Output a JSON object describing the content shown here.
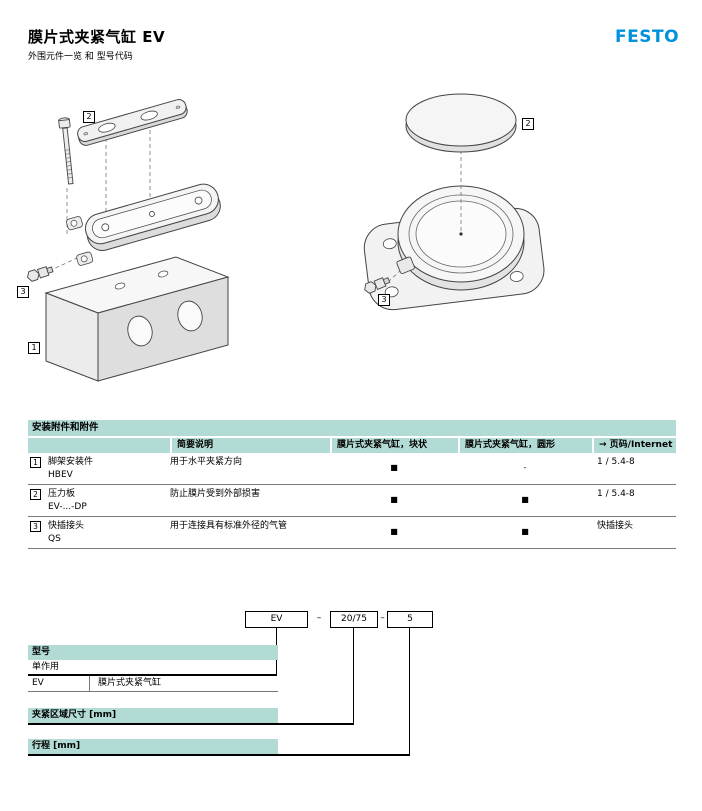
{
  "header": {
    "title": "膜片式夹紧气缸 EV",
    "subtitle": "外围元件一览 和 型号代码",
    "brand": "FESTO"
  },
  "colors": {
    "brand_blue": "#0091dc",
    "accent_teal": "#b3dbd5"
  },
  "diagram": {
    "block_version": {
      "bar_label": "2",
      "fitting_label": "3",
      "block_label": "1"
    },
    "round_version": {
      "disc_label": "2",
      "fitting_label": "3"
    }
  },
  "accessories_table": {
    "title": "安装附件和附件",
    "columns": {
      "desc": "简要说明",
      "block": "膜片式夹紧气缸，块状",
      "round": "膜片式夹紧气缸，圆形",
      "page": "→ 页码/Internet"
    },
    "rows": [
      {
        "num": "1",
        "name": "脚架安装件",
        "code": "HBEV",
        "desc": "用于水平夹紧方向",
        "block": "■",
        "round": "-",
        "page": "1 / 5.4-8"
      },
      {
        "num": "2",
        "name": "压力板",
        "code": "EV-...-DP",
        "desc": "防止膜片受到外部损害",
        "block": "■",
        "round": "■",
        "page": "1 / 5.4-8"
      },
      {
        "num": "3",
        "name": "快插接头",
        "code": "QS",
        "desc": "用于连接具有标准外径的气管",
        "block": "■",
        "round": "■",
        "page": "快插接头"
      }
    ]
  },
  "type_code": {
    "boxes": [
      "EV",
      "20/75",
      "5"
    ],
    "separator": "–",
    "sections": {
      "type": {
        "band": "型号",
        "subheading": "单作用",
        "code": "EV",
        "code_desc": "膜片式夹紧气缸"
      },
      "clamp_area": {
        "band": "夹紧区域尺寸 [mm]"
      },
      "stroke": {
        "band": "行程 [mm]"
      }
    }
  }
}
